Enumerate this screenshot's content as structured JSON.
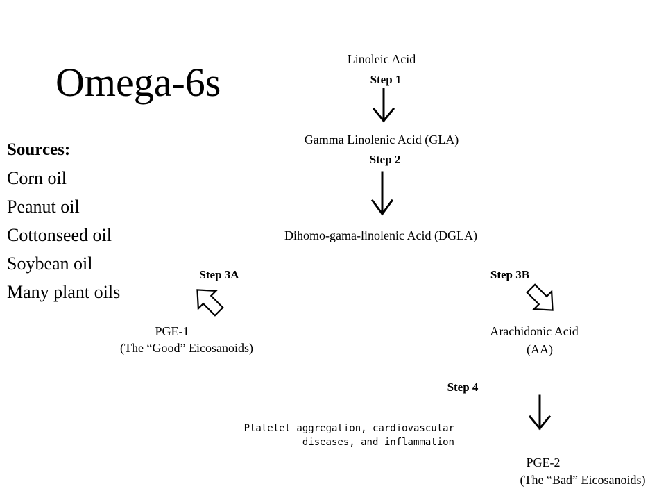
{
  "title": "Omega-6s",
  "sources": {
    "heading": "Sources:",
    "items": [
      "Corn oil",
      "Peanut oil",
      "Cottonseed oil",
      "Soybean oil",
      "Many plant oils"
    ]
  },
  "pathway": {
    "linoleic_acid": "Linoleic Acid",
    "step1": "Step 1",
    "gla": "Gamma Linolenic Acid (GLA)",
    "step2": "Step 2",
    "dgla": "Dihomo-gama-linolenic Acid (DGLA)",
    "step3a": "Step 3A",
    "pge1": "PGE-1",
    "pge1_desc": "(The “Good” Eicosanoids)",
    "step3b": "Step 3B",
    "aa": "Arachidonic Acid",
    "aa_abbr": "(AA)",
    "step4": "Step 4",
    "pge2": "PGE-2",
    "pge2_desc": "(The “Bad” Eicosanoids)"
  },
  "note": {
    "line1": "Platelet aggregation, cardiovascular",
    "line2": "diseases, and inflammation"
  }
}
